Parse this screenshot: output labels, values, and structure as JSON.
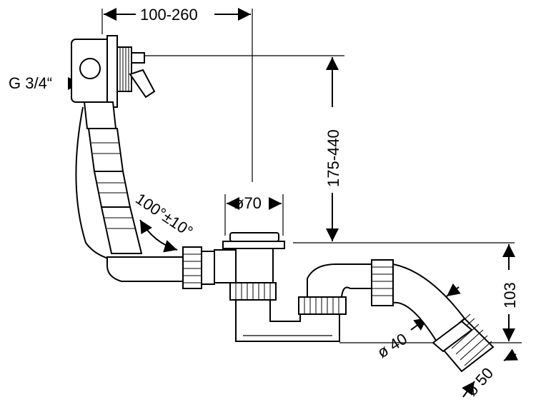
{
  "dimensions": {
    "horizontal_overflow": "100-260",
    "vertical_overflow": "175-440",
    "connector_thread": "G 3/4“",
    "angle": "100°±10°",
    "outlet_diameter": "ø70",
    "height": "103",
    "pipe_inner": "ø 40",
    "pipe_outer": "ø 50"
  }
}
